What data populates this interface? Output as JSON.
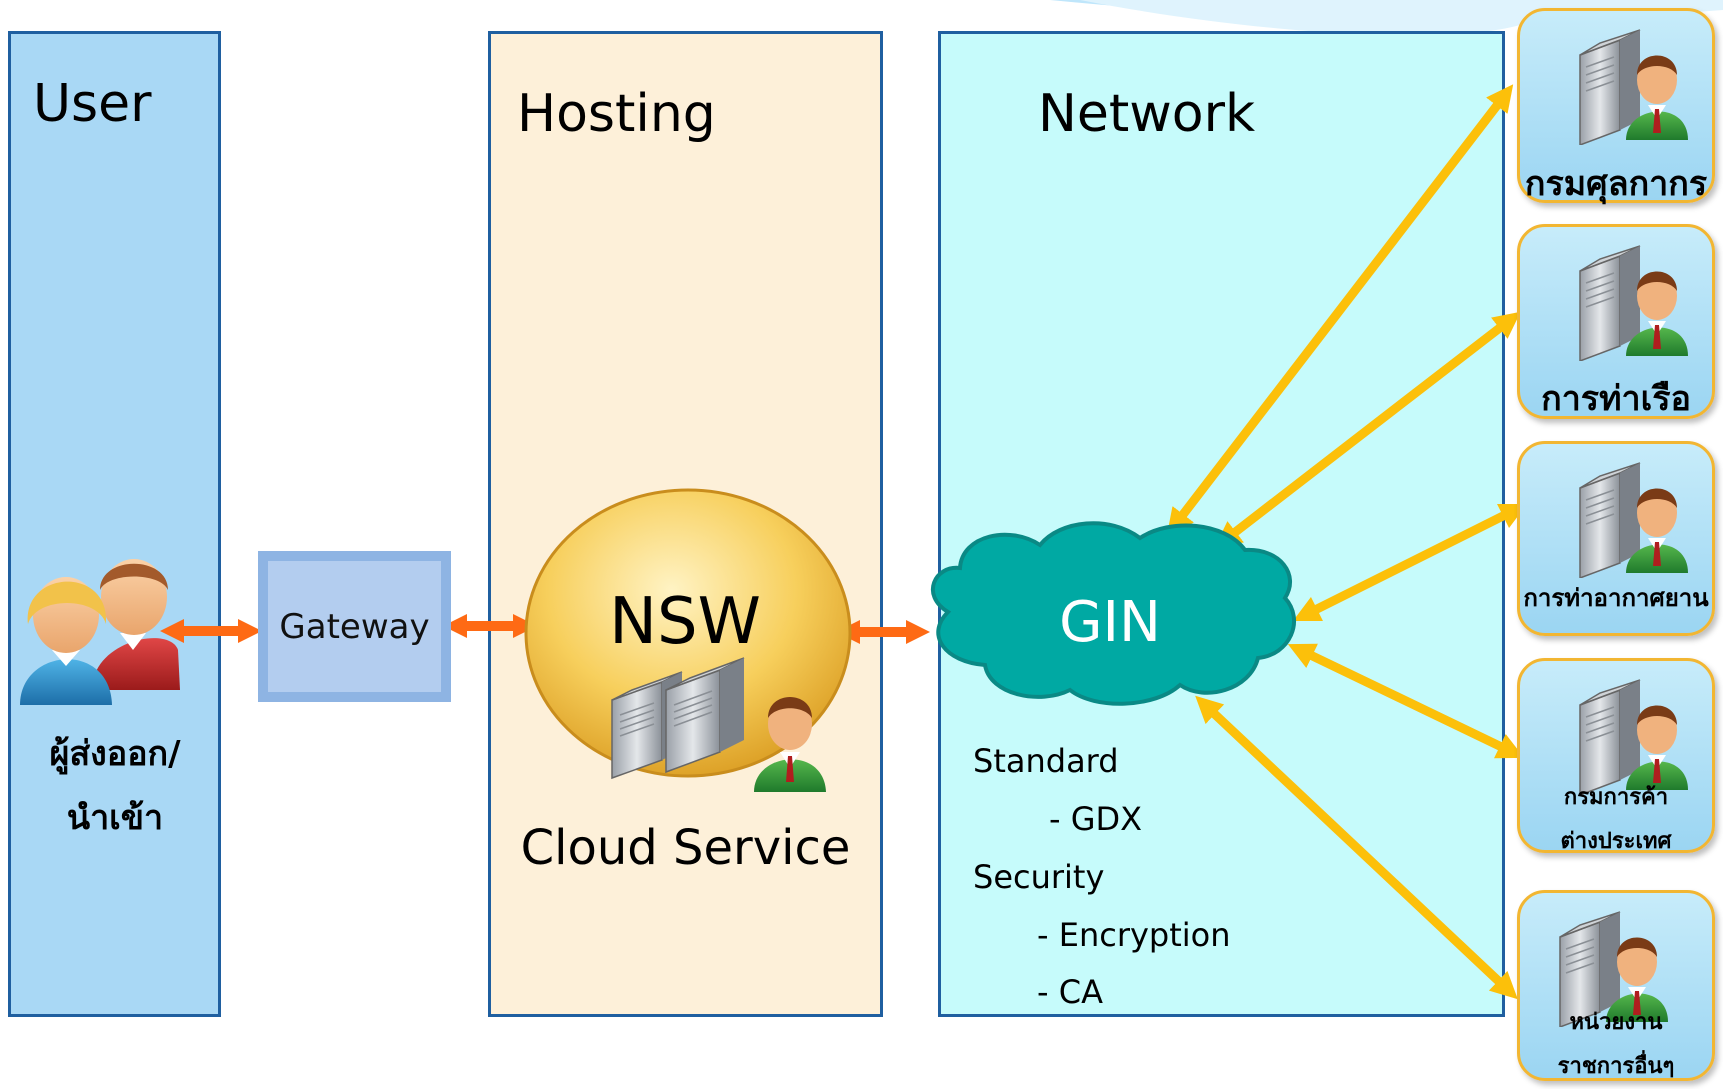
{
  "panels": {
    "user": "User",
    "hosting": "Hosting",
    "network": "Network"
  },
  "users": {
    "line1": "ผู้ส่งออก/",
    "line2": "นำเข้า"
  },
  "gateway": "Gateway",
  "nsw": {
    "title": "NSW",
    "subtitle": "Cloud Service"
  },
  "gin": "GIN",
  "network_notes": {
    "standard": "Standard",
    "gdx": "- GDX",
    "security": "Security",
    "encryption": "- Encryption",
    "ca": "- CA"
  },
  "agencies": [
    {
      "name": "กรมศุลกากร"
    },
    {
      "name": "การท่าเรือ"
    },
    {
      "name": "การท่าอากาศยาน"
    },
    {
      "name_line1": "กรมการค้า",
      "name_line2": "ต่างประเทศ"
    },
    {
      "name_line1": "หน่วยงาน",
      "name_line2": "ราชการอื่นๆ"
    }
  ],
  "colors": {
    "user_panel": "#a9d8f5",
    "hosting_panel": "#fdf0d9",
    "network_panel": "#c6fbfb",
    "gin_cloud": "#00a9a3",
    "connector_orange": "#fe6a14",
    "connector_yellow": "#fcc00a"
  }
}
